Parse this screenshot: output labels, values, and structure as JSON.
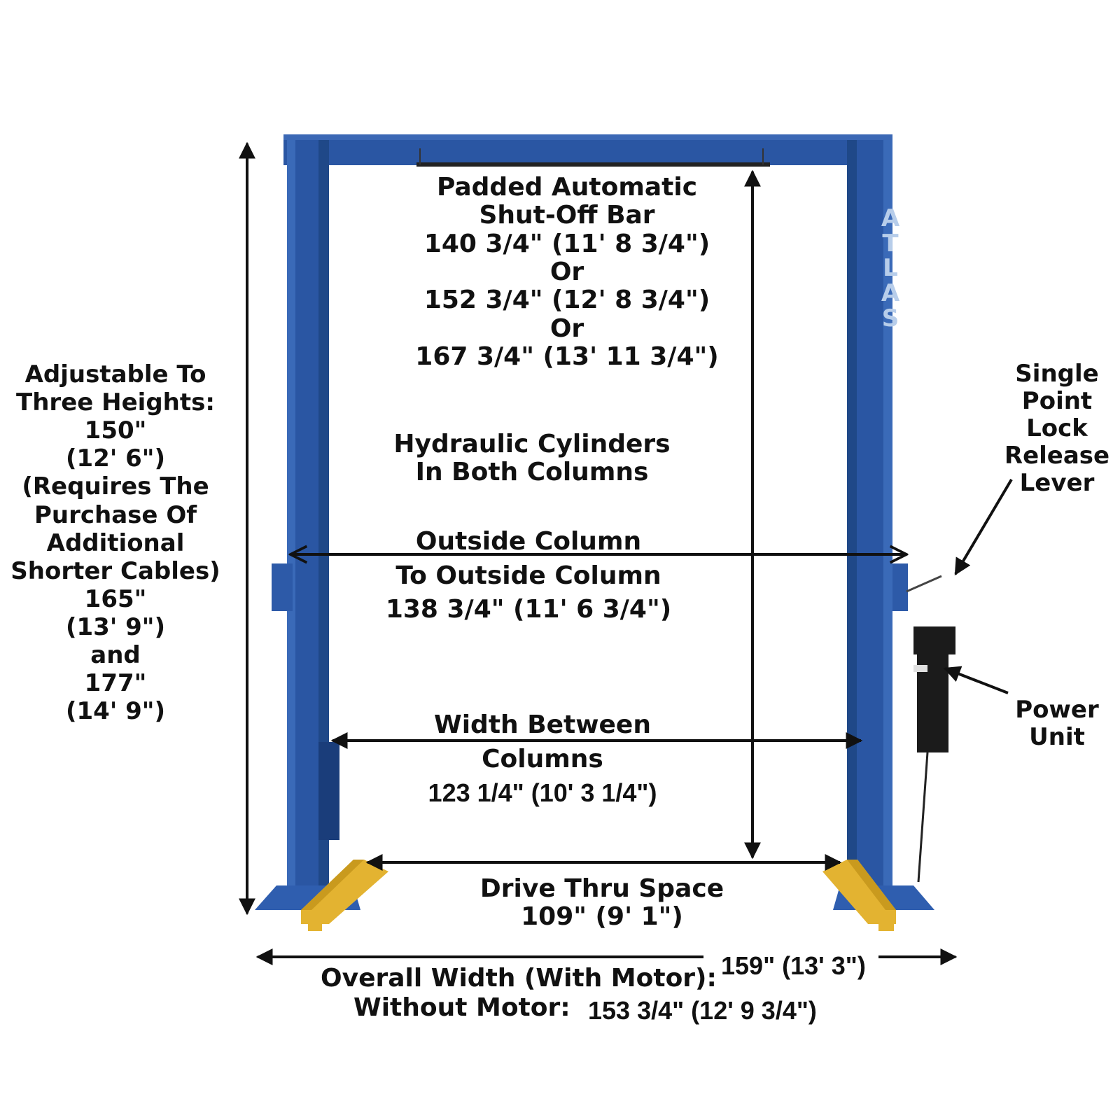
{
  "brand": "ATLAS",
  "colors": {
    "column": "#2a56a3",
    "column_dark": "#1d3f80",
    "arm_pad": "#e3b331",
    "motor": "#1b1b1b",
    "arrow": "#111111"
  },
  "labels": {
    "shutoff": {
      "l1": "Padded Automatic",
      "l2": "Shut-Off Bar",
      "l3": "140 3/4\" (11' 8 3/4\")",
      "l4": "Or",
      "l5": "152 3/4\" (12' 8 3/4\")",
      "l6": "Or",
      "l7": "167 3/4\" (13' 11 3/4\")"
    },
    "hydraulic": {
      "l1": "Hydraulic Cylinders",
      "l2": "In Both Columns"
    },
    "outside": {
      "l1": "Outside Column",
      "l2": "To Outside Column",
      "l3": "138 3/4\" (11' 6 3/4\")"
    },
    "width_between": {
      "l1": "Width Between",
      "l2": "Columns",
      "l3": "123 1/4\"  (10' 3 1/4\")"
    },
    "drive_thru": {
      "l1": "Drive Thru Space",
      "l2": "109\" (9' 1\")"
    },
    "overall": {
      "l1": "Overall Width (With Motor):",
      "l1b": "159\" (13' 3\")",
      "l2": "Without Motor:",
      "l2b": "153 3/4\" (12' 9 3/4\")"
    },
    "heights": {
      "l1": "Adjustable To",
      "l2": "Three Heights:",
      "l3": "150\"",
      "l4": "(12' 6\")",
      "l5": "(Requires The",
      "l6": "Purchase Of",
      "l7": "Additional",
      "l8": "Shorter Cables)",
      "l9": "165\"",
      "l10": "(13' 9\")",
      "l11": "and",
      "l12": "177\"",
      "l13": "(14' 9\")"
    },
    "lock_release": {
      "l1": "Single",
      "l2": "Point",
      "l3": "Lock",
      "l4": "Release",
      "l5": "Lever"
    },
    "power_unit": {
      "l1": "Power",
      "l2": "Unit"
    }
  }
}
